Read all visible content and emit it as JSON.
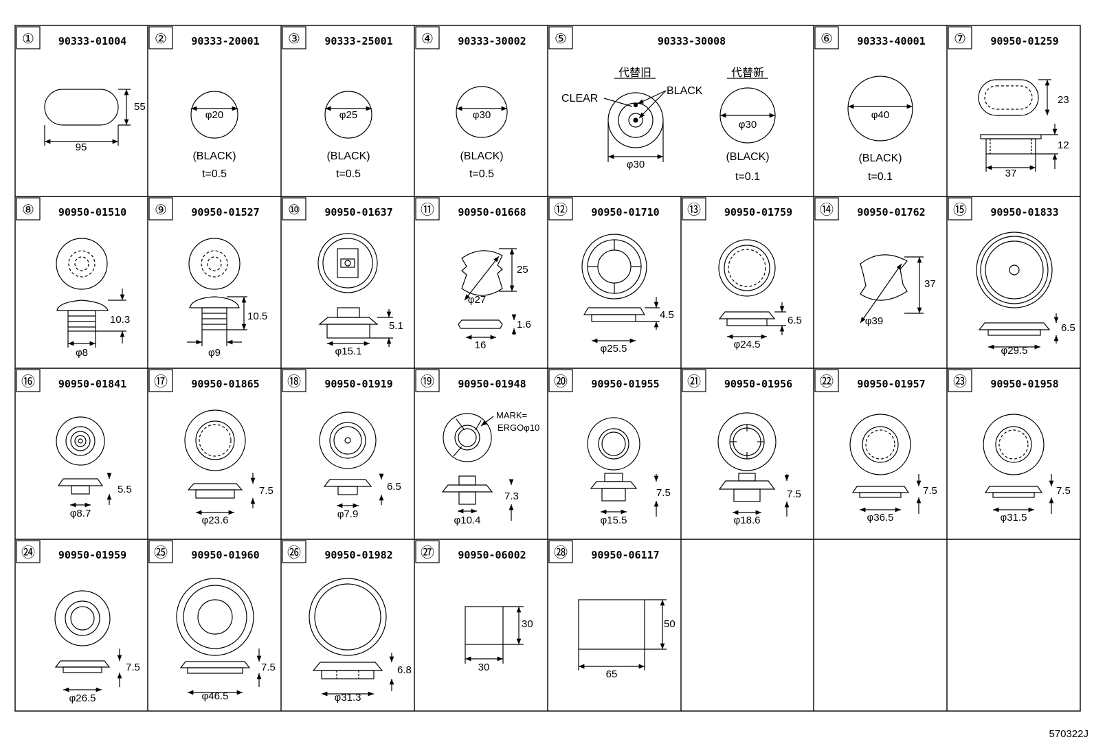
{
  "reference": "570322J",
  "notes": {
    "black": "(BLACK)",
    "t05": "t=0.5",
    "t01": "t=0.1",
    "old_label": "代替旧",
    "new_label": "代替新",
    "clear": "CLEAR",
    "black_plain": "BLACK",
    "mark1": "MARK=",
    "mark2": "ERGOφ10"
  },
  "cells": [
    {
      "index": "①",
      "part": "90333-01004",
      "dims": [
        "55",
        "95"
      ]
    },
    {
      "index": "②",
      "part": "90333-20001",
      "dims": [
        "φ20"
      ]
    },
    {
      "index": "③",
      "part": "90333-25001",
      "dims": [
        "φ25"
      ]
    },
    {
      "index": "④",
      "part": "90333-30002",
      "dims": [
        "φ30"
      ]
    },
    {
      "index": "⑤",
      "part": "90333-30008",
      "dims": [
        "φ30",
        "φ30"
      ]
    },
    {
      "index": "⑥",
      "part": "90333-40001",
      "dims": [
        "φ40"
      ]
    },
    {
      "index": "⑦",
      "part": "90950-01259",
      "dims": [
        "23",
        "12",
        "37"
      ]
    },
    {
      "index": "⑧",
      "part": "90950-01510",
      "dims": [
        "10.3",
        "φ8"
      ]
    },
    {
      "index": "⑨",
      "part": "90950-01527",
      "dims": [
        "10.5",
        "φ9"
      ]
    },
    {
      "index": "⑩",
      "part": "90950-01637",
      "dims": [
        "5.1",
        "φ15.1"
      ]
    },
    {
      "index": "⑪",
      "part": "90950-01668",
      "dims": [
        "25",
        "φ27",
        "1.6",
        "16"
      ]
    },
    {
      "index": "⑫",
      "part": "90950-01710",
      "dims": [
        "4.5",
        "φ25.5"
      ]
    },
    {
      "index": "⑬",
      "part": "90950-01759",
      "dims": [
        "6.5",
        "φ24.5"
      ]
    },
    {
      "index": "⑭",
      "part": "90950-01762",
      "dims": [
        "37",
        "φ39"
      ]
    },
    {
      "index": "⑮",
      "part": "90950-01833",
      "dims": [
        "6.5",
        "φ29.5"
      ]
    },
    {
      "index": "⑯",
      "part": "90950-01841",
      "dims": [
        "5.5",
        "φ8.7"
      ]
    },
    {
      "index": "⑰",
      "part": "90950-01865",
      "dims": [
        "7.5",
        "φ23.6"
      ]
    },
    {
      "index": "⑱",
      "part": "90950-01919",
      "dims": [
        "6.5",
        "φ7.9"
      ]
    },
    {
      "index": "⑲",
      "part": "90950-01948",
      "dims": [
        "7.3",
        "φ10.4"
      ]
    },
    {
      "index": "⑳",
      "part": "90950-01955",
      "dims": [
        "7.5",
        "φ15.5"
      ]
    },
    {
      "index": "㉑",
      "part": "90950-01956",
      "dims": [
        "7.5",
        "φ18.6"
      ]
    },
    {
      "index": "㉒",
      "part": "90950-01957",
      "dims": [
        "7.5",
        "φ36.5"
      ]
    },
    {
      "index": "㉓",
      "part": "90950-01958",
      "dims": [
        "7.5",
        "φ31.5"
      ]
    },
    {
      "index": "㉔",
      "part": "90950-01959",
      "dims": [
        "7.5",
        "φ26.5"
      ]
    },
    {
      "index": "㉕",
      "part": "90950-01960",
      "dims": [
        "7.5",
        "φ46.5"
      ]
    },
    {
      "index": "㉖",
      "part": "90950-01982",
      "dims": [
        "6.8",
        "φ31.3"
      ]
    },
    {
      "index": "㉗",
      "part": "90950-06002",
      "dims": [
        "30",
        "30"
      ]
    },
    {
      "index": "㉘",
      "part": "90950-06117",
      "dims": [
        "50",
        "65"
      ]
    }
  ]
}
